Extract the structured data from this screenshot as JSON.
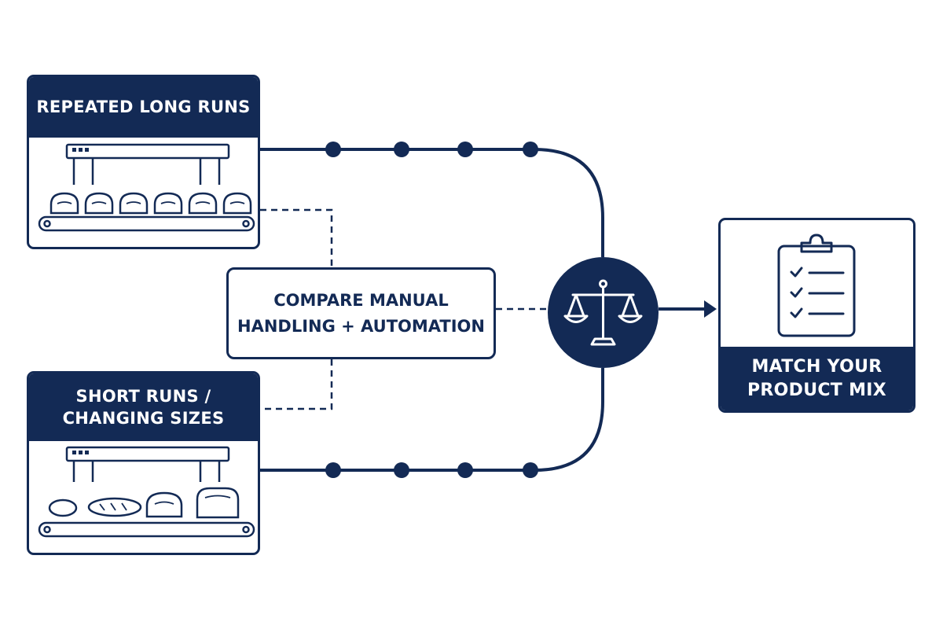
{
  "cards": {
    "long_runs": {
      "title": "REPEATED LONG RUNS"
    },
    "short_runs": {
      "title": "SHORT RUNS /\nCHANGING SIZES"
    }
  },
  "compare": {
    "text": "COMPARE MANUAL\nHANDLING + AUTOMATION"
  },
  "result": {
    "title": "MATCH YOUR\nPRODUCT MIX"
  },
  "icons": {
    "long_runs_art": "conveyor-uniform-loaves-icon",
    "short_runs_art": "conveyor-mixed-loaves-icon",
    "balance": "balance-scale-icon",
    "result_art": "clipboard-checklist-icon"
  },
  "colors": {
    "navy": "#132a55",
    "background": "#ffffff"
  }
}
